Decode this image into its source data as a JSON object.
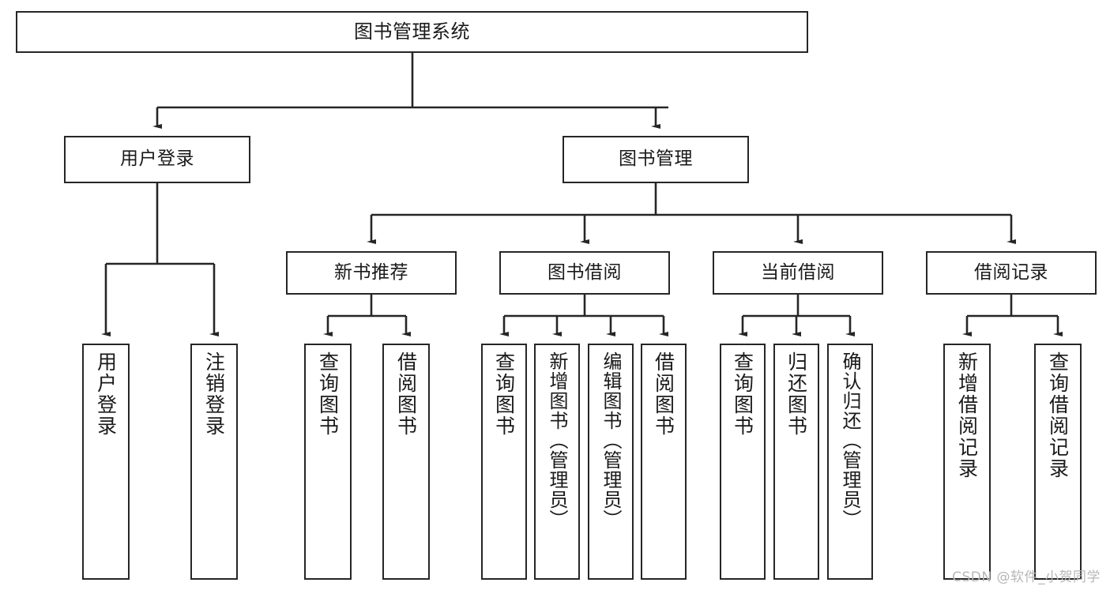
{
  "diagram": {
    "type": "tree-hierarchy-chart",
    "title": "图书管理系统",
    "watermark": "CSDN @软件_小贺同学",
    "colors": {
      "box_border": "#262626",
      "box_fill": "#ffffff",
      "connector": "#262626",
      "text": "#1a1a1a",
      "watermark": "#b7b7b7"
    },
    "levels": {
      "level1": [
        {
          "id": "root",
          "label": "图书管理系统"
        }
      ],
      "level2": [
        {
          "id": "user-login",
          "label": "用户登录"
        },
        {
          "id": "book-management",
          "label": "图书管理"
        }
      ],
      "level3": [
        {
          "id": "new-book-recommend",
          "label": "新书推荐",
          "parent": "book-management"
        },
        {
          "id": "book-borrow",
          "label": "图书借阅",
          "parent": "book-management"
        },
        {
          "id": "current-borrow",
          "label": "当前借阅",
          "parent": "book-management"
        },
        {
          "id": "borrow-record",
          "label": "借阅记录",
          "parent": "book-management"
        }
      ],
      "level4": [
        {
          "id": "leaf-user-login",
          "label": "用户登录",
          "parent": "user-login"
        },
        {
          "id": "leaf-logout",
          "label": "注销登录",
          "parent": "user-login"
        },
        {
          "id": "leaf-query-book-1",
          "label": "查询图书",
          "parent": "new-book-recommend"
        },
        {
          "id": "leaf-borrow-book-1",
          "label": "借阅图书",
          "parent": "new-book-recommend"
        },
        {
          "id": "leaf-query-book-2",
          "label": "查询图书",
          "parent": "book-borrow"
        },
        {
          "id": "leaf-add-book",
          "label": "新增图书（管理员）",
          "parent": "book-borrow"
        },
        {
          "id": "leaf-edit-book",
          "label": "编辑图书（管理员）",
          "parent": "book-borrow"
        },
        {
          "id": "leaf-borrow-book-2",
          "label": "借阅图书",
          "parent": "book-borrow"
        },
        {
          "id": "leaf-query-book-3",
          "label": "查询图书",
          "parent": "current-borrow"
        },
        {
          "id": "leaf-return-book",
          "label": "归还图书",
          "parent": "current-borrow"
        },
        {
          "id": "leaf-confirm-return",
          "label": "确认归还（管理员）",
          "parent": "current-borrow"
        },
        {
          "id": "leaf-add-record",
          "label": "新增借阅记录",
          "parent": "borrow-record"
        },
        {
          "id": "leaf-query-record",
          "label": "查询借阅记录",
          "parent": "borrow-record"
        }
      ]
    }
  }
}
